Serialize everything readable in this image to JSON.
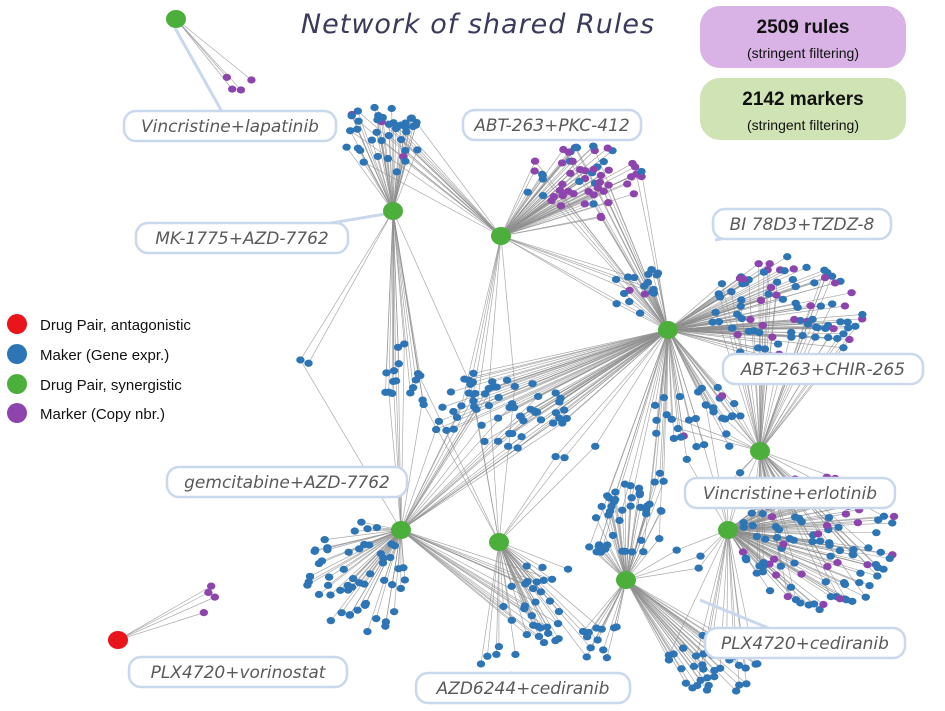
{
  "title": "Network of shared Rules",
  "badges": [
    {
      "count": "2509 rules",
      "note": "(stringent filtering)",
      "color": "#d9b3e6"
    },
    {
      "count": "2142 markers",
      "note": "(stringent filtering)",
      "color": "#cfe3b5"
    }
  ],
  "legend": [
    {
      "label": "Drug Pair, antagonistic",
      "color": "#e8151b"
    },
    {
      "label": "Maker (Gene expr.)",
      "color": "#2e75b6"
    },
    {
      "label": "Drug Pair, synergistic",
      "color": "#4caf3c"
    },
    {
      "label": "Marker (Copy nbr.)",
      "color": "#8e44ad"
    }
  ],
  "hubs": [
    {
      "label": "Vincristine+lapatinib",
      "type": "synergistic"
    },
    {
      "label": "MK-1775+AZD-7762",
      "type": "synergistic"
    },
    {
      "label": "ABT-263+PKC-412",
      "type": "synergistic"
    },
    {
      "label": "BI 78D3+TZDZ-8",
      "type": "synergistic"
    },
    {
      "label": "ABT-263+CHIR-265",
      "type": "synergistic"
    },
    {
      "label": "gemcitabine+AZD-7762",
      "type": "synergistic"
    },
    {
      "label": "Vincristine+erlotinib",
      "type": "synergistic"
    },
    {
      "label": "AZD6244+cediranib",
      "type": "synergistic"
    },
    {
      "label": "PLX4720+cediranib",
      "type": "synergistic"
    },
    {
      "label": "PLX4720+vorinostat",
      "type": "antagonistic"
    }
  ]
}
